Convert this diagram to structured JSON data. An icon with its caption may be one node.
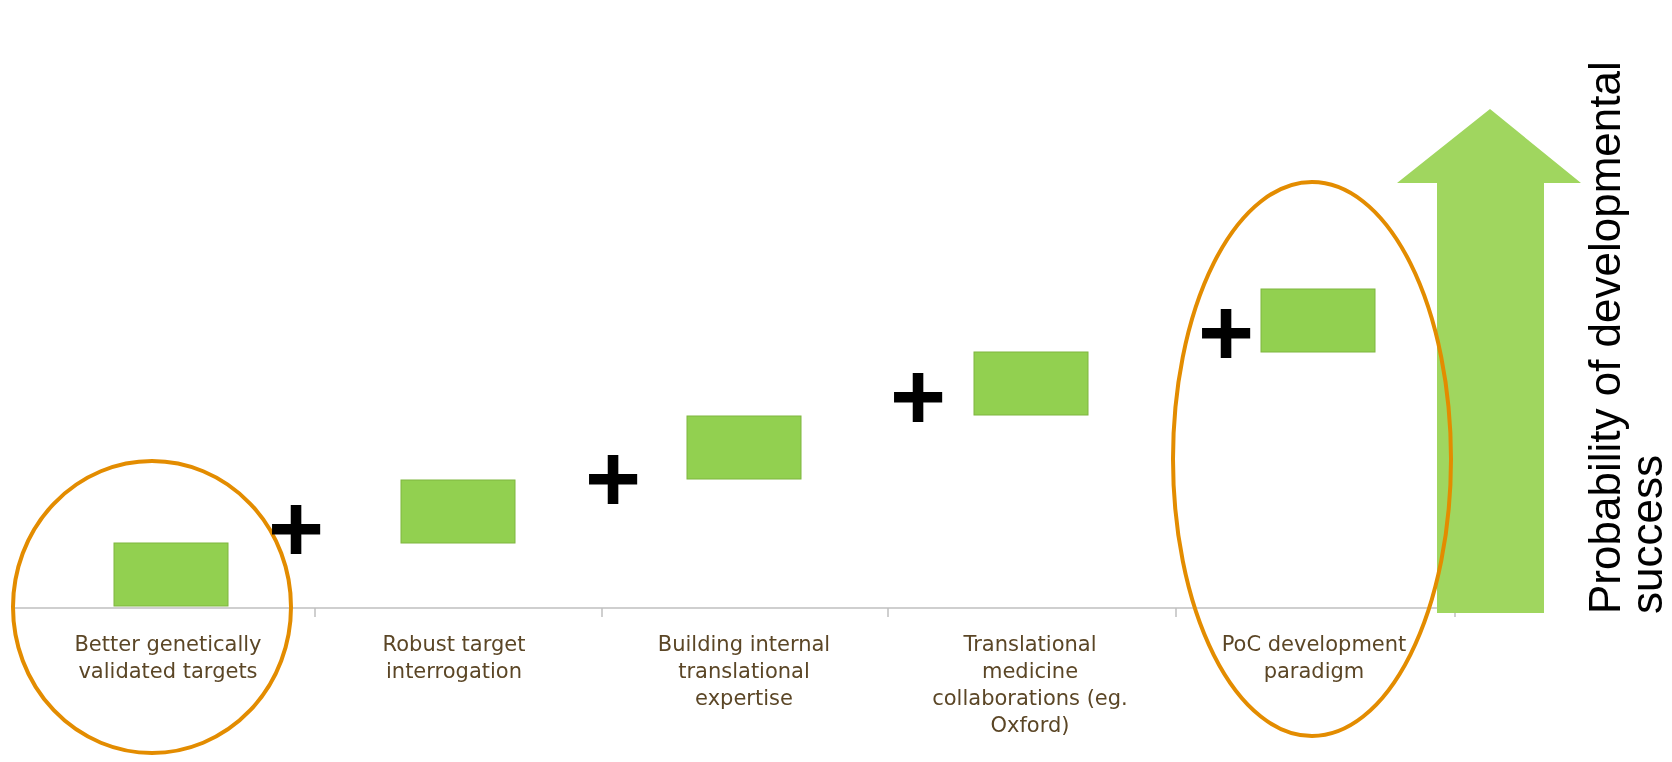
{
  "diagram": {
    "nodes": [
      {
        "text": [],
        "shape": "bar"
      },
      {
        "text": [],
        "shape": "bar"
      },
      {
        "text": [],
        "shape": "bar"
      },
      {
        "text": [],
        "shape": "bar"
      },
      {
        "text": [],
        "shape": "bar"
      }
    ],
    "labels": [
      "Better genetically validated targets",
      "Robust target interrogation",
      "Building internal translational expertise",
      "Translational medicine collaborations (eg. Oxford)",
      "PoC development paradigm",
      "+",
      "+",
      "+",
      "+",
      "Probability of developmental success"
    ]
  }
}
